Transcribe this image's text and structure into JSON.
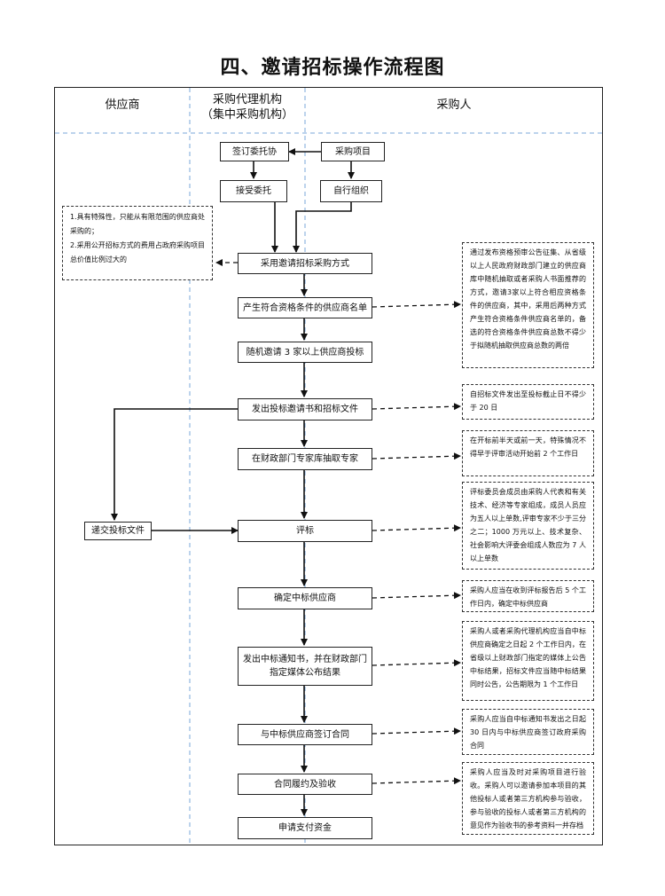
{
  "title": "四、邀请招标操作流程图",
  "lanes": {
    "supplier": "供应商",
    "agency_line1": "采购代理机构",
    "agency_line2": "（集中采购机构）",
    "purchaser": "采购人"
  },
  "steps": {
    "sign": "签订委托协",
    "project": "采购项目",
    "accept": "接受委托",
    "self": "自行组织",
    "method": "采用邀请招标采购方式",
    "list": "产生符合资格条件的供应商名单",
    "invite3": "随机邀请 3 家以上供应商投标",
    "issue": "发出投标邀请书和招标文件",
    "experts": "在财政部门专家库抽取专家",
    "submit": "递交投标文件",
    "evaluate": "评标",
    "winner": "确定中标供应商",
    "notice_line1": "发出中标通知书，并在财政部门",
    "notice_line2": "指定媒体公布结果",
    "contract": "与中标供应商签订合同",
    "perform": "合同履约及验收",
    "payment": "申请支付资金"
  },
  "notes": {
    "conditions": "1.具有特殊性，只能从有限范围的供应商处采购的；\n2.采用公开招标方式的费用占政府采购项目总价值比例过大的",
    "selection": "通过发布资格预审公告征集、从省级以上人民政府财政部门建立的供应商库中随机抽取或者采购人书面推荐的方式，邀请3家以上符合相应资格条件的供应商，其中，采用后两种方式产生符合资格条件供应商名单的，备选的符合资格条件供应商总数不得少于拟随机抽取供应商总数的两倍",
    "deadline": "自招标文件发出至投标截止日不得少于 20 日",
    "expert_time": "在开标前半天或前一天，特殊情况不得早于评审活动开始前 2 个工作日",
    "committee": "评标委员会成员由采购人代表和有关技术、经济等专家组成，成员人员应为五人以上单数,评审专家不少于三分之二；1000 万元以上、技术复杂、社会影响大评委会组成人数应为 7 人以上单数",
    "confirm": "采购人应当在收到评标报告后 5 个工作日内，确定中标供应商",
    "announce": "采购人或者采购代理机构应当自中标供应商确定之日起 2 个工作日内，在省级以上财政部门指定的媒体上公告中标结果，招标文件应当随中标结果同时公告，公告期限为 1 个工作日",
    "sign_contract": "采购人应当自中标通知书发出之日起 30 日内与中标供应商签订政府采购合同",
    "acceptance": "采购人应当及时对采购项目进行验收。采购人可以邀请参加本项目的其他投标人或者第三方机构参与验收，参与验收的投标人或者第三方机构的意见作为验收书的参考资料一并存档"
  }
}
